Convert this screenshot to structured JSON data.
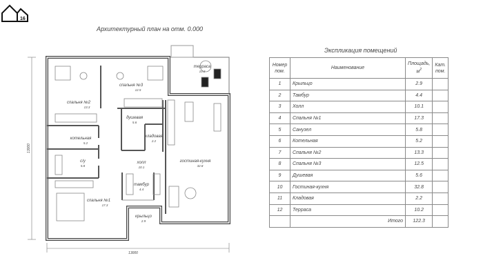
{
  "logo": {
    "text": "16"
  },
  "plan": {
    "title": "Архитектурный план на отм. 0.000",
    "dimension_bottom": "13000",
    "dimension_left": "13000",
    "rooms": [
      {
        "name": "терраса",
        "area": "10.2"
      },
      {
        "name": "спальня №3",
        "area": "12.5"
      },
      {
        "name": "спальня №2",
        "area": "13.3"
      },
      {
        "name": "душевая",
        "area": "5.6"
      },
      {
        "name": "кладовая",
        "area": "2.2"
      },
      {
        "name": "котельная",
        "area": "5.2"
      },
      {
        "name": "с/у",
        "area": "5.8"
      },
      {
        "name": "холл",
        "area": "10.1"
      },
      {
        "name": "гостиная-кухня",
        "area": "32.8"
      },
      {
        "name": "тамбур",
        "area": "4.4"
      },
      {
        "name": "спальня №1",
        "area": "17.3"
      },
      {
        "name": "крыльцо",
        "area": "2.9"
      }
    ]
  },
  "explication": {
    "title": "Экспликация помещений",
    "headers": {
      "number": "Номер пом.",
      "name": "Наименование",
      "area": "Площадь, м",
      "area_unit_sup": "2",
      "category": "Кат. пом."
    },
    "rows": [
      {
        "num": "1",
        "name": "Крыльцо",
        "area": "2.9"
      },
      {
        "num": "2",
        "name": "Тамбур",
        "area": "4.4"
      },
      {
        "num": "3",
        "name": "Холл",
        "area": "10.1"
      },
      {
        "num": "4",
        "name": "Спальня №1",
        "area": "17.3"
      },
      {
        "num": "5",
        "name": "Санузел",
        "area": "5.8"
      },
      {
        "num": "6",
        "name": "Котельная",
        "area": "5.2"
      },
      {
        "num": "7",
        "name": "Спальня №2",
        "area": "13.3"
      },
      {
        "num": "8",
        "name": "Спальня №3",
        "area": "12.5"
      },
      {
        "num": "9",
        "name": "Душевая",
        "area": "5.6"
      },
      {
        "num": "10",
        "name": "Гостиная-кухня",
        "area": "32.8"
      },
      {
        "num": "11",
        "name": "Кладовая",
        "area": "2.2"
      },
      {
        "num": "12",
        "name": "Терраса",
        "area": "10.2"
      }
    ],
    "total_label": "Итого",
    "total_area": "122.3"
  }
}
